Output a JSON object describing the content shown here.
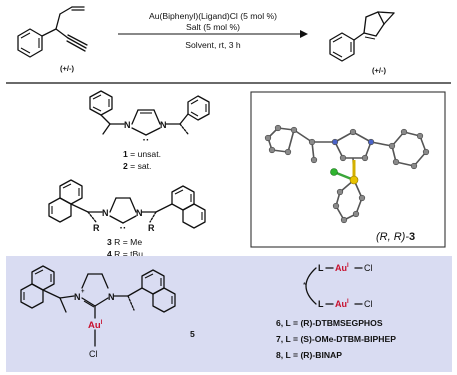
{
  "reaction": {
    "conditions_line1": "Au(Biphenyl)(Ligand)Cl (5 mol %)",
    "conditions_line2": "Salt (5 mol %)",
    "conditions_line3": "Solvent, rt, 3 h",
    "reactant_label": "(+/-)",
    "product_label": "(+/-)"
  },
  "carbenes": {
    "top": {
      "N1": "N",
      "N2": "N",
      "dots": "··",
      "label1_num": "1",
      "label1_text": " = unsat.",
      "label2_num": "2",
      "label2_text": " = sat."
    },
    "bottom": {
      "N1": "N",
      "N2": "N",
      "dots": "··",
      "R_left": "R",
      "R_right": "R",
      "label3_num": "3",
      "label3_text": " R = Me",
      "label4_num": "4",
      "label4_text": " R = tBu"
    }
  },
  "crystal": {
    "label_prefix": "(R, R)-",
    "label_num": "3"
  },
  "gold_complex": {
    "N1": "N",
    "plus": "+",
    "N2": "N",
    "Au": "Au",
    "Au_sup": "I",
    "Cl": "Cl",
    "num": "5"
  },
  "bisgold": {
    "L1": "L",
    "Au1": "Au",
    "Au1_sup": "I",
    "Cl1": "Cl",
    "L2": "L",
    "Au2": "Au",
    "Au2_sup": "I",
    "Cl2": "Cl",
    "star": "*"
  },
  "ligands": [
    {
      "text": "6, L = (R)-DTBMSEGPHOS"
    },
    {
      "text": "7, L = (S)-OMe-DTBM-BIPHEP"
    },
    {
      "text": "8, L = (R)-BINAP"
    }
  ],
  "colors": {
    "gold_red": "#c8102e",
    "panel_blue": "#d9dcf2",
    "text": "#111111"
  }
}
